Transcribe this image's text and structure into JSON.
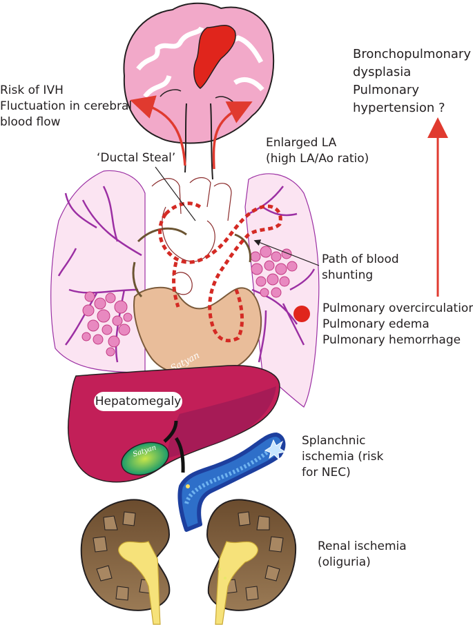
{
  "labels": {
    "ivh": [
      "Risk of IVH",
      "Fluctuation in cerebral",
      "blood flow"
    ],
    "bpd": [
      "Bronchopulmonary",
      "dysplasia",
      "Pulmonary",
      "hypertension ?"
    ],
    "enlarged_la": [
      "Enlarged LA",
      "(high LA/Ao ratio)"
    ],
    "ductal_steal": "‘Ductal Steal’",
    "path_shunting": [
      "Path of blood",
      "shunting"
    ],
    "pulmonary": [
      "Pulmonary overcirculation",
      "Pulmonary edema",
      "Pulmonary hemorrhage"
    ],
    "hepatomegaly": "Hepatomegaly",
    "splanchnic": [
      "Splanchnic",
      "ischemia (risk",
      "for NEC)"
    ],
    "renal": [
      "Renal ischemia",
      "(oliguria)"
    ]
  },
  "signatures": [
    "Satyan",
    "Satyan"
  ],
  "colors": {
    "arrow_red": "#e03a2f",
    "brain_pink": "#f2a9c9",
    "brain_red": "#e0251c",
    "lung_fill": "#fbe4f2",
    "lung_vessel": "#9b2fa3",
    "nodule": "#e889c0",
    "heart_tan": "#e9bd9a",
    "liver": "#c21f58",
    "intestine": "#2e6fc9",
    "kidney": "#7a5a3a",
    "kidney_pelvis": "#f6e27a"
  }
}
